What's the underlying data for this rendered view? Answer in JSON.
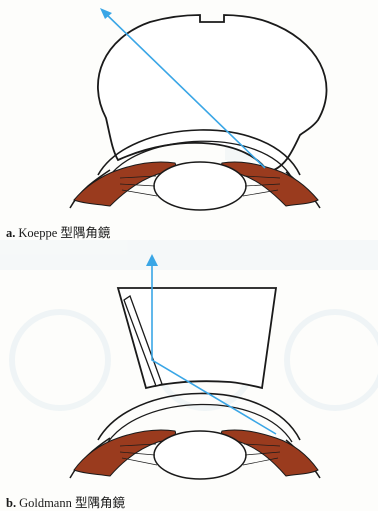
{
  "figure_a": {
    "letter": "a.",
    "label": "Koeppe 型隅角鏡"
  },
  "figure_b": {
    "letter": "b.",
    "label": "Goldmann 型隅角鏡"
  },
  "colors": {
    "light_ray": "#3aa6e6",
    "iris": "#9a3b1e",
    "iris_dark": "#6f2612",
    "outline": "#1a1a1a",
    "faded_background": "#e3eef4"
  }
}
